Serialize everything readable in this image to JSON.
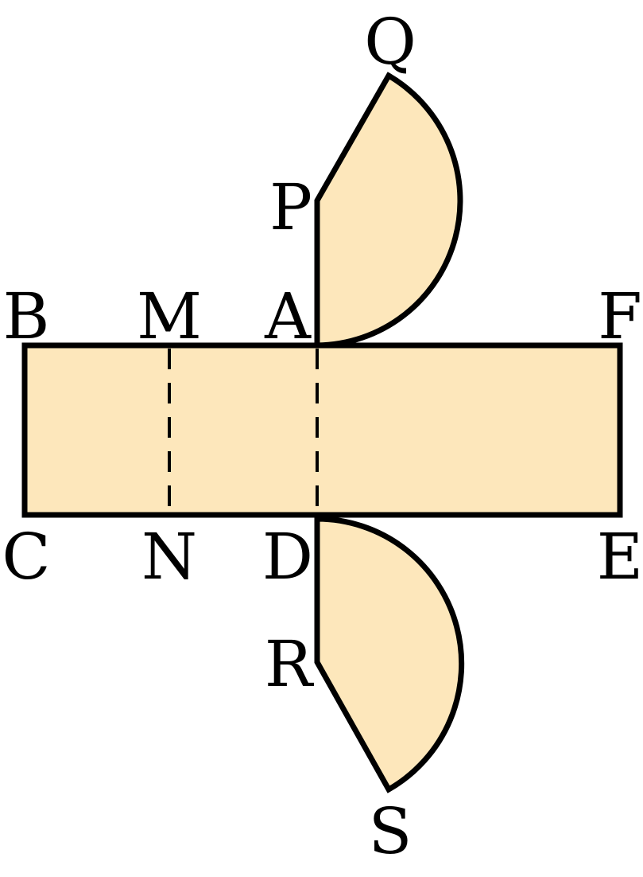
{
  "colors": {
    "face_fill": "#fde7bb",
    "stroke": "#000000",
    "background": "#ffffff"
  },
  "labels": {
    "Q": "Q",
    "P": "P",
    "B": "B",
    "M": "M",
    "A": "A",
    "F": "F",
    "C": "C",
    "N": "N",
    "D": "D",
    "E": "E",
    "R": "R",
    "S": "S"
  }
}
